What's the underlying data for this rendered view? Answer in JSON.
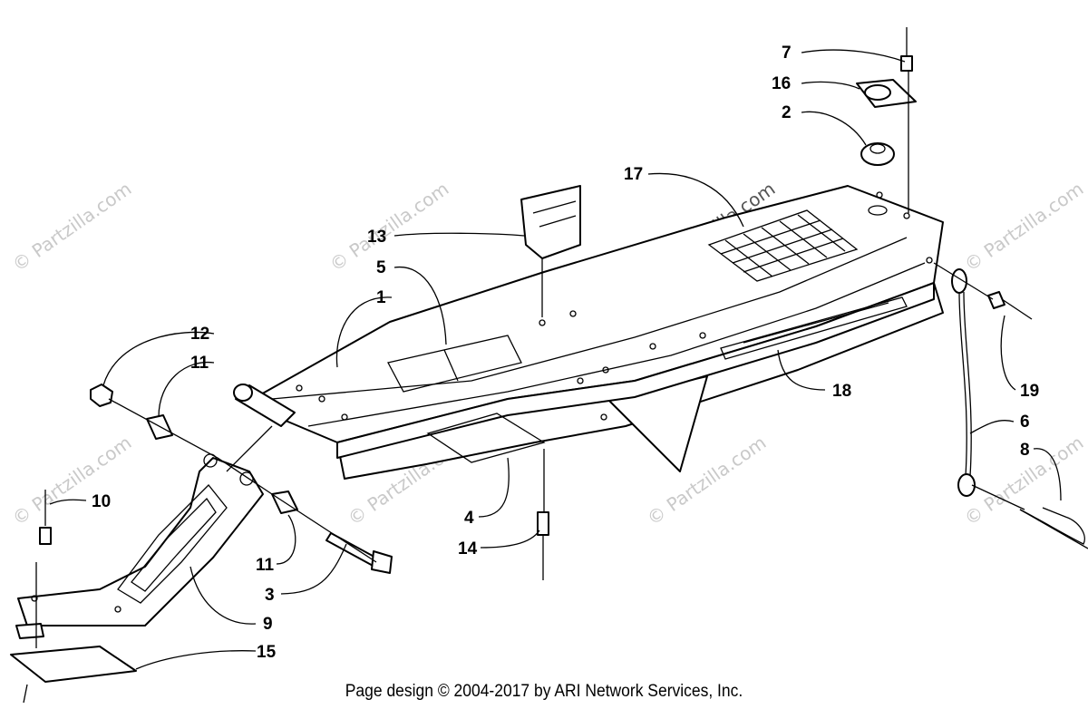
{
  "watermark": "© Partzilla.com",
  "footer": "Page design © 2004-2017 by ARI Network Services, Inc.",
  "callouts": [
    "7",
    "16",
    "2",
    "17",
    "13",
    "5",
    "1",
    "12",
    "11",
    "18",
    "19",
    "6",
    "8",
    "10",
    "11",
    "3",
    "4",
    "14",
    "9",
    "15"
  ],
  "colors": {
    "line": "#000000",
    "watermark": "#c9c9c9",
    "background": "#ffffff"
  }
}
